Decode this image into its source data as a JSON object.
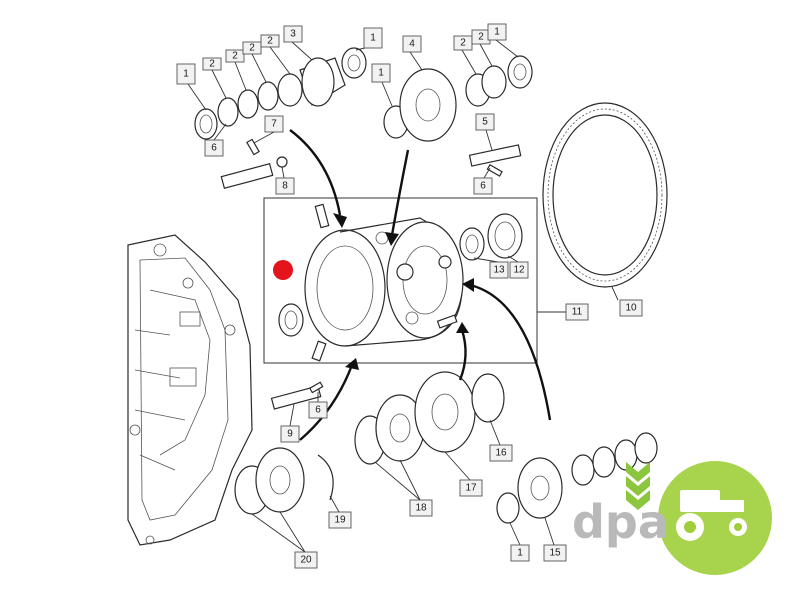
{
  "diagram": {
    "callouts": {
      "c1a": "1",
      "c1b": "1",
      "c1c": "1",
      "c1d": "1",
      "c1e": "1",
      "c2a": "2",
      "c2b": "2",
      "c2c": "2",
      "c2d": "2",
      "c2e": "2",
      "c3": "3",
      "c4": "4",
      "c5": "5",
      "c6a": "6",
      "c6b": "6",
      "c6c": "6",
      "c7": "7",
      "c8": "8",
      "c9": "9",
      "c10": "10",
      "c11": "11",
      "c12": "12",
      "c13": "13",
      "c15": "15",
      "c16": "16",
      "c17": "17",
      "c18": "18",
      "c19": "19",
      "c20": "20"
    },
    "highlight_color": "#e3141b"
  },
  "logo": {
    "text": "dpa",
    "colors": {
      "wheat": "#8cc63f",
      "circle": "#9fce3a",
      "text": "#b5b5b5"
    }
  }
}
